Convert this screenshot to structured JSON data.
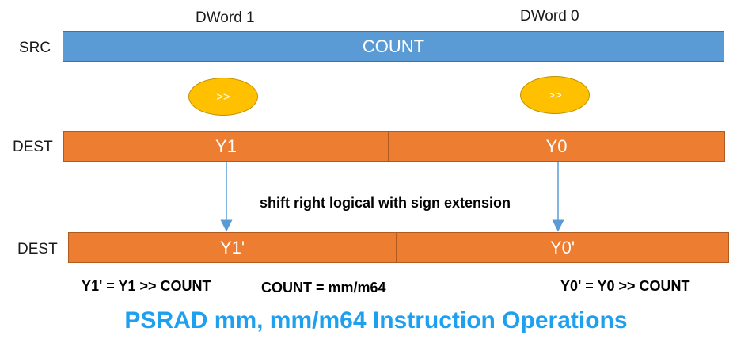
{
  "labels": {
    "dword1": "DWord 1",
    "dword0": "DWord 0",
    "src": "SRC",
    "dest1": "DEST",
    "dest2": "DEST"
  },
  "src": {
    "text": "COUNT"
  },
  "ops": {
    "left": ">>",
    "right": ">>"
  },
  "dest": {
    "y1": "Y1",
    "y0": "Y0"
  },
  "result": {
    "y1": "Y1'",
    "y0": "Y0'"
  },
  "caption": "shift right logical with sign extension",
  "formulas": {
    "y1": "Y1' = Y1 >> COUNT",
    "count": "COUNT = mm/m64",
    "y0": "Y0' = Y0 >> COUNT"
  },
  "title": "PSRAD mm, mm/m64 Instruction Operations",
  "colors": {
    "blue": "#5b9bd5",
    "orange": "#ed7d31",
    "oval": "#ffc000",
    "title": "#1ea0f0",
    "arrow": "#5b9bd5"
  }
}
